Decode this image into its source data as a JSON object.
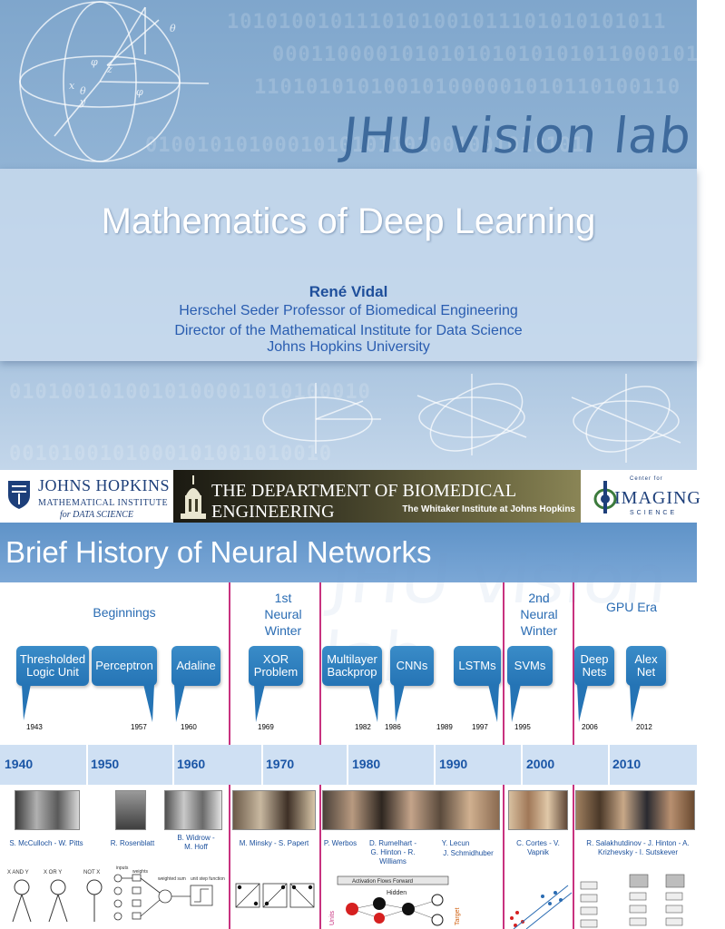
{
  "title_slide": {
    "brand": "JHU vision lab",
    "binary_rows": [
      "1010100101110101001011101010101011",
      "00011000010101010101010101100010101",
      "110101010100101000001010110100110",
      "0100101010001010101101001001010101",
      "0101001010010100001010100010",
      "0010100101000101001010010"
    ],
    "title": "Mathematics of Deep Learning",
    "author": "René Vidal",
    "affiliations": [
      "Herschel Seder Professor of Biomedical Engineering",
      "Director of the Mathematical Institute for Data Science",
      "Johns Hopkins University"
    ]
  },
  "logos": {
    "jhu": {
      "name": "JOHNS HOPKINS",
      "line1": "MATHEMATICAL INSTITUTE",
      "line2": "for DATA SCIENCE"
    },
    "bme": {
      "name": "THE DEPARTMENT OF BIOMEDICAL ENGINEERING",
      "sub": "The Whitaker Institute at Johns Hopkins"
    },
    "imaging": {
      "top": "Center for",
      "name": "IMAGING",
      "sub": "SCIENCE"
    }
  },
  "history_slide": {
    "title": "Brief History of Neural Networks",
    "eras": [
      "Beginnings",
      "1st Neural Winter",
      "2nd Neural Winter",
      "GPU Era"
    ],
    "milestones": [
      {
        "label": "Thresholded Logic Unit",
        "year": "1943"
      },
      {
        "label": "Perceptron",
        "year": "1957"
      },
      {
        "label": "Adaline",
        "year": "1960"
      },
      {
        "label": "XOR Problem",
        "year": "1969"
      },
      {
        "label": "Multilayer Backprop",
        "year": "1982"
      },
      {
        "label": "CNNs",
        "year": "1986"
      },
      {
        "label": "LSTMs",
        "year": "1989"
      },
      {
        "label": "SVMs",
        "year": "1995"
      },
      {
        "label": "Deep Nets",
        "year": "2006"
      },
      {
        "label": "Alex Net",
        "year": "2012"
      }
    ],
    "extra_year": "1997",
    "decades": [
      "1940",
      "1950",
      "1960",
      "1970",
      "1980",
      "1990",
      "2000",
      "2010"
    ],
    "captions": [
      "S. McCulloch - W. Pitts",
      "R. Rosenblatt",
      "B. Widrow - M. Hoff",
      "M. Minsky - S. Papert",
      "P. Werbos",
      "D. Rumelhart - G. Hinton - R. Williams",
      "Y. Lecun",
      "J. Schmidhuber",
      "C. Cortes - V. Vapnik",
      "R. Salakhutdinov - J. Hinton - A. Krizhevsky - I. Sutskever"
    ],
    "sketch_labels": {
      "gates": [
        "X AND Y",
        "X OR Y",
        "NOT X"
      ],
      "adaline": [
        "inputs",
        "weights",
        "weighted sum",
        "unit step function"
      ],
      "backprop": [
        "Activation Flows Forward",
        "Hidden",
        "Units",
        "Target"
      ]
    }
  }
}
